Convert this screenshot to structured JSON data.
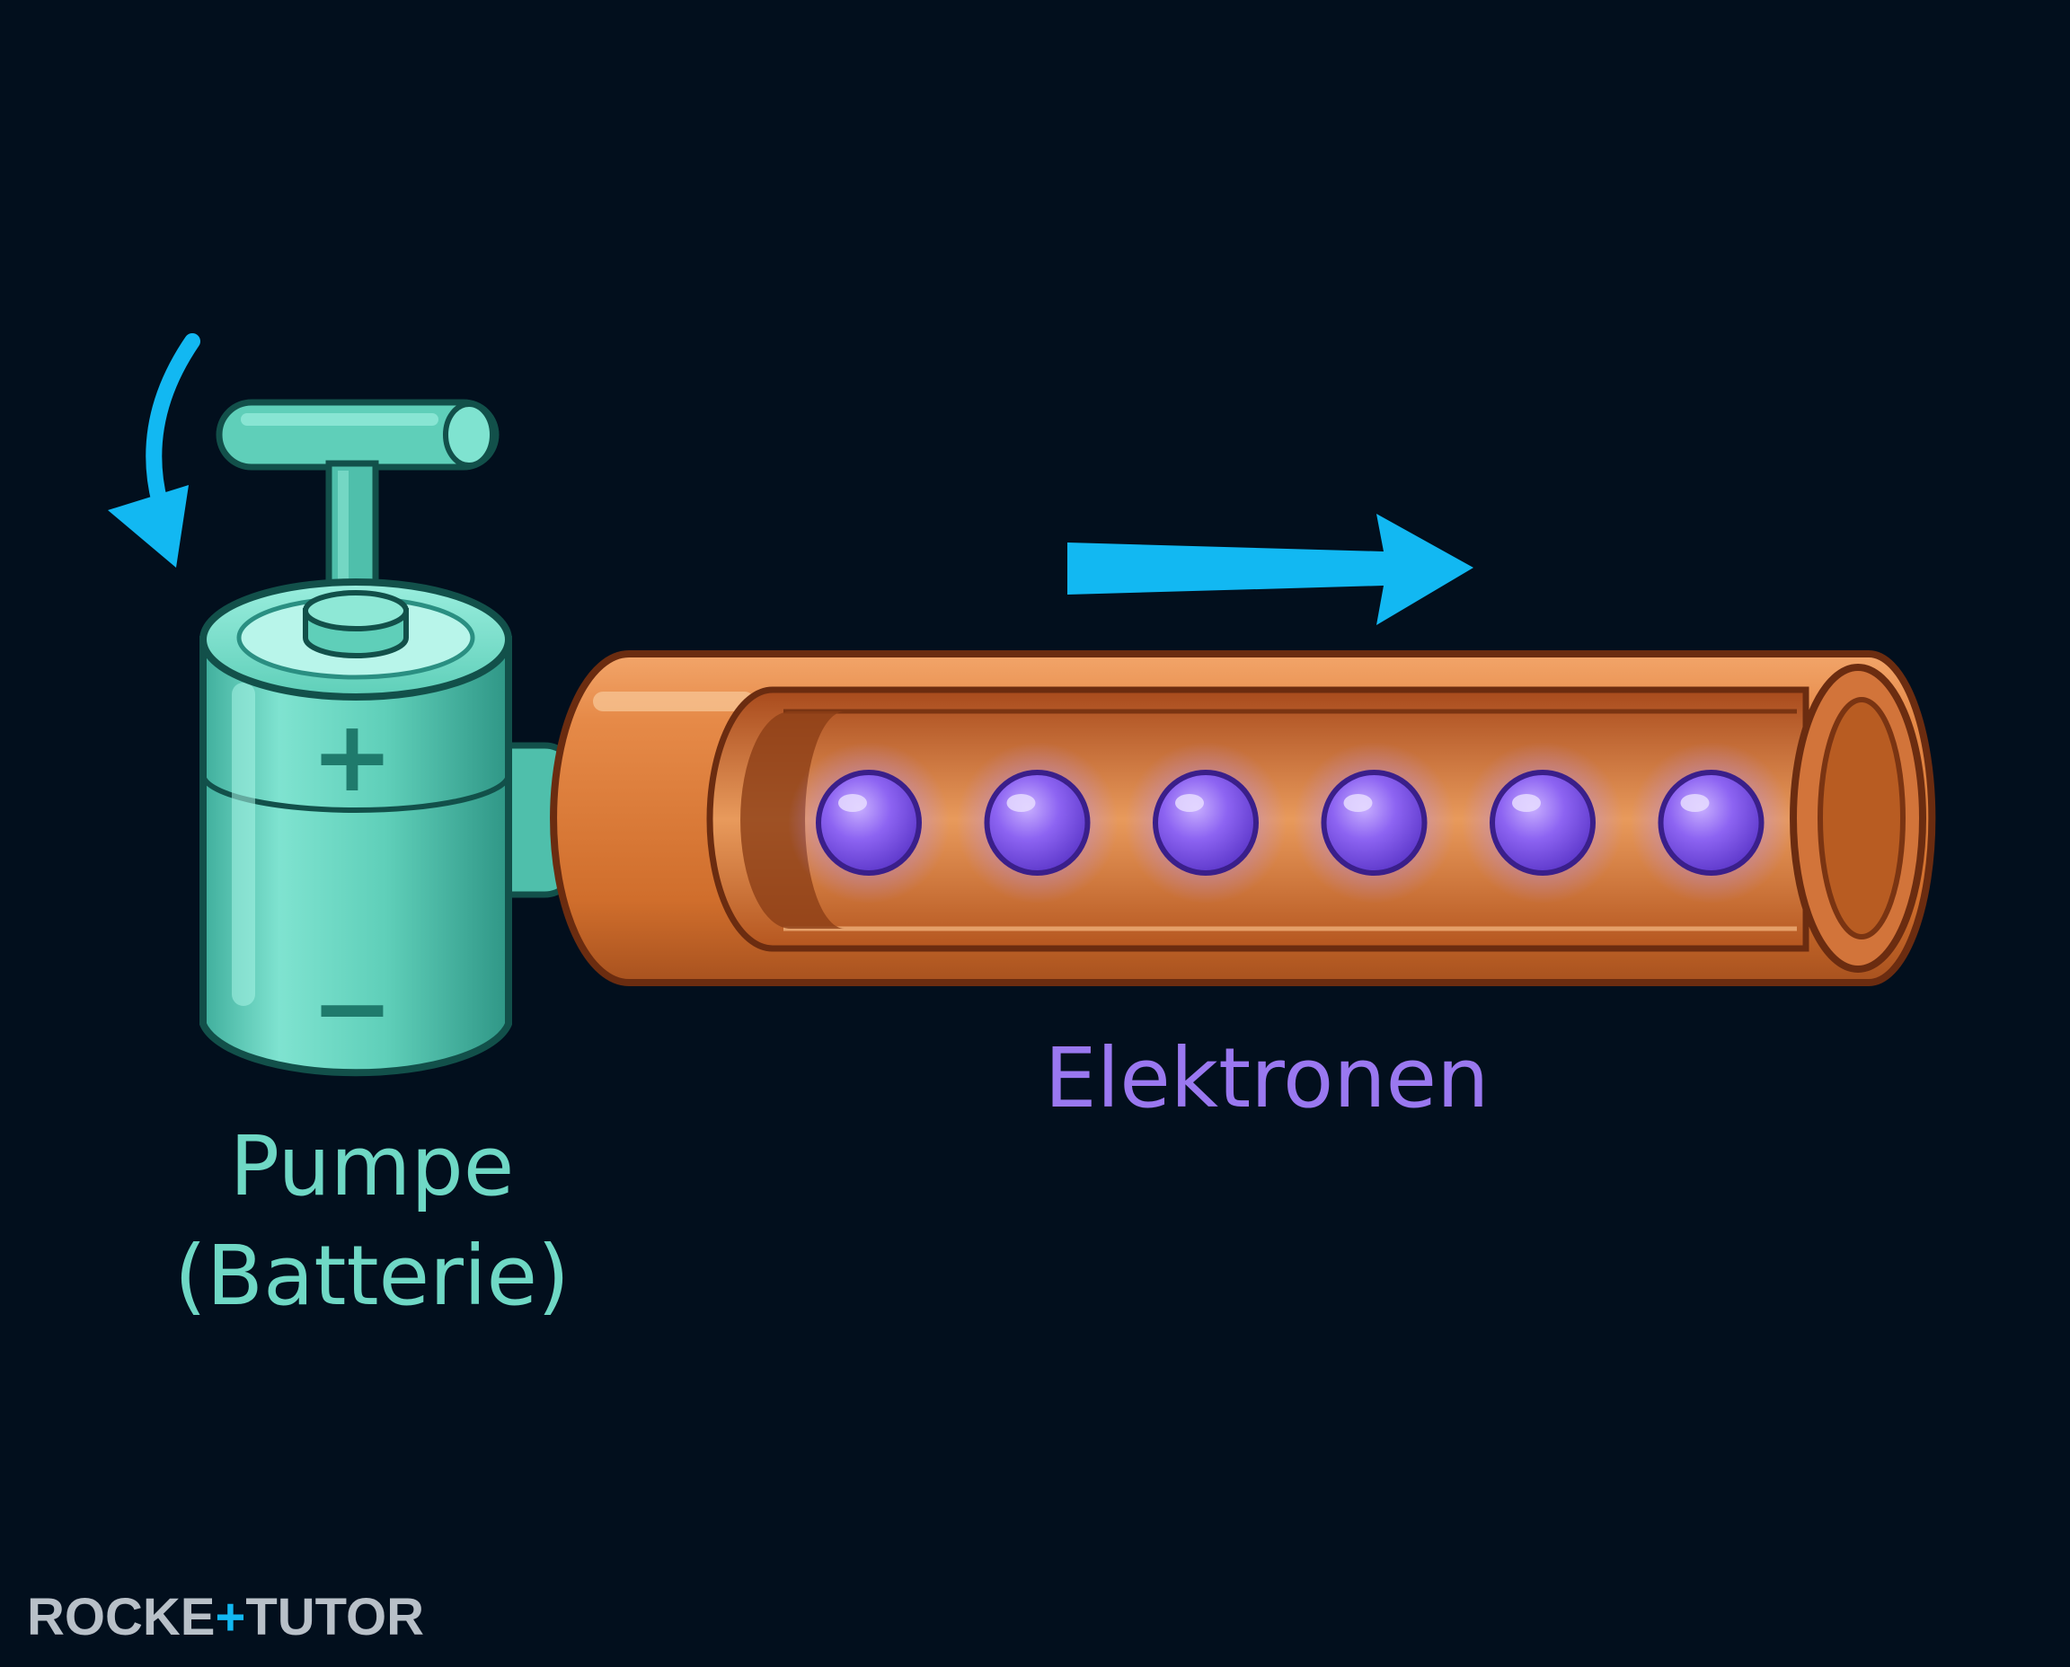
{
  "colors": {
    "background": "#020f1d",
    "pump_body": "#5fcfb9",
    "pump_dark": "#2a8f82",
    "pump_outline": "#12504a",
    "pipe_copper": "#e0803e",
    "pipe_dark": "#9a4a1f",
    "pipe_outline": "#6b2c10",
    "electron": "#8a5ef0",
    "electron_glow": "#b18cff",
    "arrow": "#12b8f2",
    "pump_label": "#6fd8c5",
    "electron_label": "#9a78f0",
    "logo": "#b8c0c8",
    "logo_accent": "#12b8f2"
  },
  "icons": {
    "rotate_arrow": "curved-arrow-down-icon",
    "flow_arrow": "arrow-right-icon",
    "plus": "plus-icon",
    "minus": "minus-icon"
  },
  "diagram": {
    "pump": {
      "label_line1": "Pumpe",
      "label_line2": "(Batterie)",
      "plus_sign": "+",
      "minus_sign": "−"
    },
    "wire": {
      "label": "Elektronen",
      "electron_count": 6
    }
  },
  "logo": {
    "part1": "ROCKE",
    "accent": "+",
    "part2": "TUTO",
    "part3": "R"
  }
}
